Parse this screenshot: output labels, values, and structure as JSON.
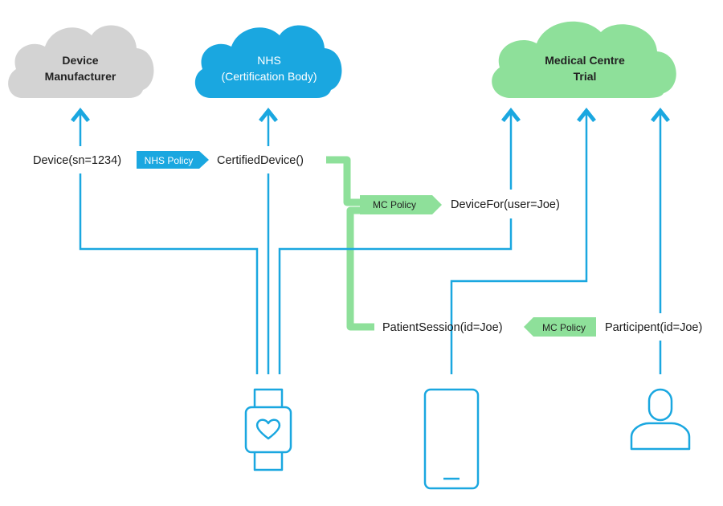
{
  "clouds": {
    "manufacturer": {
      "line1": "Device",
      "line2": "Manufacturer"
    },
    "nhs": {
      "line1": "NHS",
      "line2": "(Certification Body)"
    },
    "medical": {
      "line1": "Medical Centre",
      "line2": "Trial"
    }
  },
  "labels": {
    "device": "Device(sn=1234)",
    "certified": "CertifiedDevice()",
    "device_for": "DeviceFor(user=Joe)",
    "patient_session": "PatientSession(id=Joe)",
    "participant": "Participent(id=Joe)"
  },
  "policies": {
    "nhs": "NHS Policy",
    "mc1": "MC Policy",
    "mc2": "MC Policy"
  },
  "colors": {
    "blue": "#1aa7e0",
    "green": "#8ee09a",
    "grey": "#d3d3d3",
    "dark_text": "#222222"
  },
  "icons": [
    "smartwatch-icon",
    "smartphone-icon",
    "person-icon"
  ]
}
